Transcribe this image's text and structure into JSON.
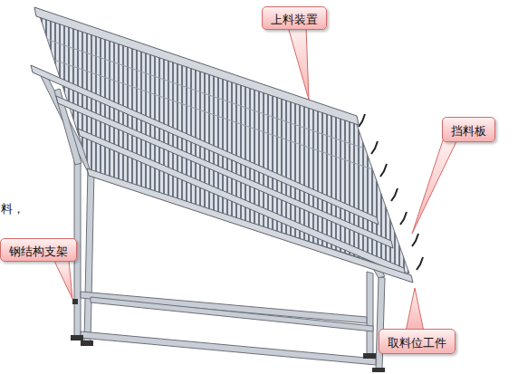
{
  "diagram": {
    "nodes": [
      {
        "text": [
          "上料装置"
        ]
      },
      {
        "text": [
          "挡料板"
        ]
      },
      {
        "text": [
          "钢结构支架"
        ]
      },
      {
        "text": [
          "取料位工件"
        ]
      }
    ],
    "labels": [
      "料，"
    ]
  }
}
